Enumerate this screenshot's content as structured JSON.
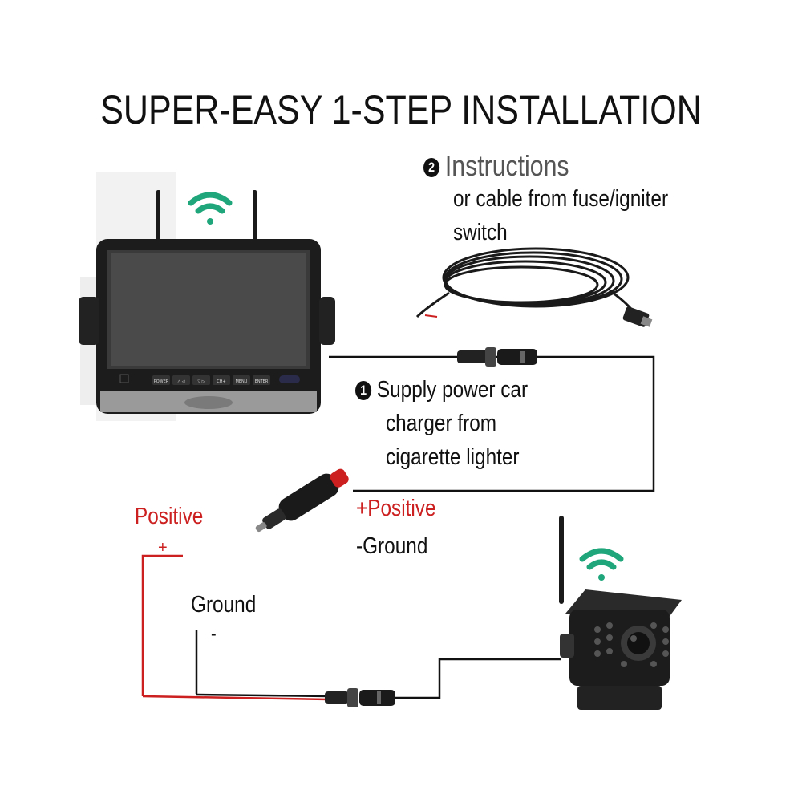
{
  "title": "SUPER-EASY 1-STEP INSTALLATION",
  "instructions": {
    "badge": "2",
    "heading": "Instructions",
    "line2": "or cable from fuse/igniter",
    "line3": "switch"
  },
  "step1": {
    "badge": "1",
    "line1": "Supply power car",
    "line2": "charger from",
    "line3": "cigarette lighter"
  },
  "polarity_mid": {
    "positive": "+Positive",
    "ground": "-Ground"
  },
  "polarity_left": {
    "positive": "Positive",
    "plus": "+",
    "ground": "Ground",
    "minus": "-"
  },
  "monitor_buttons": [
    "POWER",
    "△ ◁",
    "▽ ▷",
    "CH+",
    "MENU",
    "ENTER"
  ],
  "colors": {
    "positive_wire": "#cc1f1f",
    "wifi": "#1fa67a",
    "wire": "#111111"
  }
}
